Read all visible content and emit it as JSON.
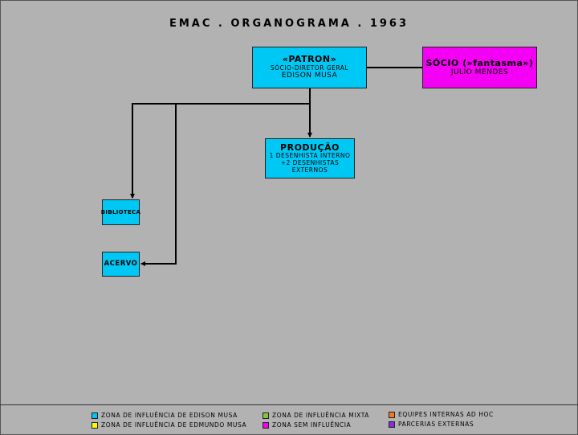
{
  "title": "EMAC . ORGANOGRAMA . 1963",
  "boxes": {
    "patron": {
      "head": "«PATRON»",
      "role": "SÓCIO-DIRETOR GERAL",
      "name": "EDISON MUSA"
    },
    "socio": {
      "head": "SÓCIO (»fantasma»)",
      "name": "JULIO MENDES"
    },
    "producao": {
      "head": "PRODUÇÃO",
      "line1": "1 DESENHISTA INTERNO",
      "line2": "+2 DESENHISTAS EXTERNOS"
    },
    "biblioteca": {
      "head": "BIBLIOTECA"
    },
    "acervo": {
      "head": "ACERVO"
    }
  },
  "legend": [
    {
      "label": "ZONA DE INFLUÊNCIA DE EDISON MUSA",
      "color": "#00c8f5"
    },
    {
      "label": "ZONA DE INFLUÊNCIA DE EDMUNDO MUSA",
      "color": "#ffff00"
    },
    {
      "label": "ZONA DE INFLUÊNCIA MIXTA",
      "color": "#8ac43c"
    },
    {
      "label": "ZONA SEM INFLUÊNCIA",
      "color": "#f400f4"
    },
    {
      "label": "EQUIPES INTERNAS AD HOC",
      "color": "#f27a1e"
    },
    {
      "label": "PARCERIAS EXTERNAS",
      "color": "#8a2be2"
    }
  ],
  "colors": {
    "background": "#b2b2b2",
    "edison_zone": "#00c8f5",
    "no_influence_zone": "#f400f4"
  }
}
